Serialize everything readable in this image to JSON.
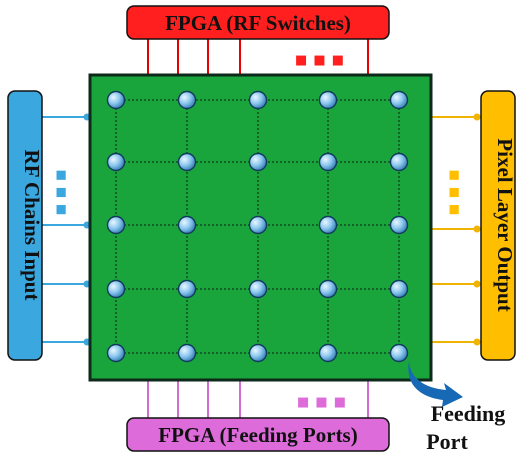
{
  "top_box": {
    "label": "FPGA (RF Switches)",
    "fill": "#ff1f1f",
    "line": "#e60000"
  },
  "bottom_box": {
    "label": "FPGA (Feeding Ports)",
    "fill": "#dd6bd9",
    "line": "#d36cd0"
  },
  "left_box": {
    "label": "RF Chains Input",
    "fill": "#3aa7df",
    "line": "#3aa7df"
  },
  "right_box": {
    "label": "Pixel Layer Output",
    "fill": "#ffbf00",
    "line": "#f0b400"
  },
  "ellipsis": {
    "top": "■ ■ ■",
    "bottom": "■ ■ ■",
    "left": "■ ■ ■",
    "right": "■ ■ ■"
  },
  "feeding_port_label": {
    "line1": "Feeding",
    "line2": "Port"
  },
  "board": {
    "fill": "#1aa43c",
    "border": "#0c2a1a"
  },
  "grid": {
    "rows": 5,
    "cols": 5
  },
  "colors": {
    "node": "#6fb6e6",
    "arrow": "#1769b5",
    "grid_line": "#0d1f14"
  }
}
